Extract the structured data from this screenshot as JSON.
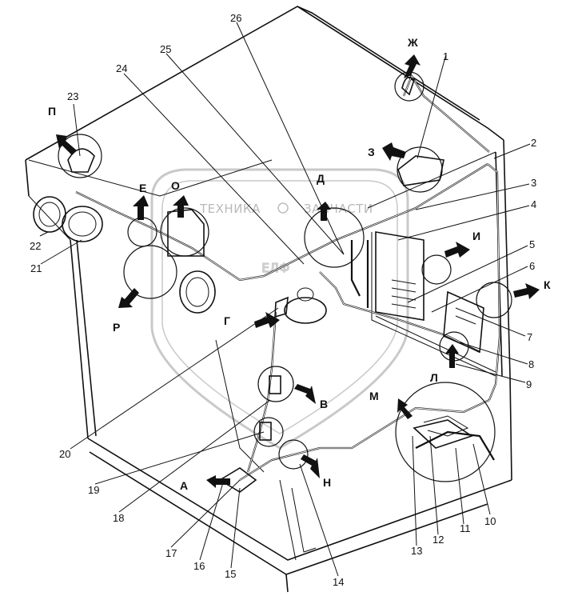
{
  "watermark": {
    "left_text": "ТЕХНИКА",
    "right_text": "ЗАПЧАСТИ",
    "logo_letters": "ЕЛФ"
  },
  "callouts": [
    {
      "id": "n1",
      "text": "1"
    },
    {
      "id": "n2",
      "text": "2"
    },
    {
      "id": "n3",
      "text": "3"
    },
    {
      "id": "n4",
      "text": "4"
    },
    {
      "id": "n5",
      "text": "5"
    },
    {
      "id": "n6",
      "text": "6"
    },
    {
      "id": "n7",
      "text": "7"
    },
    {
      "id": "n8",
      "text": "8"
    },
    {
      "id": "n9",
      "text": "9"
    },
    {
      "id": "n10",
      "text": "10"
    },
    {
      "id": "n11",
      "text": "11"
    },
    {
      "id": "n12",
      "text": "12"
    },
    {
      "id": "n13",
      "text": "13"
    },
    {
      "id": "n14",
      "text": "14"
    },
    {
      "id": "n15",
      "text": "15"
    },
    {
      "id": "n16",
      "text": "16"
    },
    {
      "id": "n17",
      "text": "17"
    },
    {
      "id": "n18",
      "text": "18"
    },
    {
      "id": "n19",
      "text": "19"
    },
    {
      "id": "n20",
      "text": "20"
    },
    {
      "id": "n21",
      "text": "21"
    },
    {
      "id": "n22",
      "text": "22"
    },
    {
      "id": "n23",
      "text": "23"
    },
    {
      "id": "n24",
      "text": "24"
    },
    {
      "id": "n25",
      "text": "25"
    },
    {
      "id": "n26",
      "text": "26"
    }
  ],
  "views": [
    {
      "id": "zh",
      "text": "Ж"
    },
    {
      "id": "z",
      "text": "З"
    },
    {
      "id": "i",
      "text": "И"
    },
    {
      "id": "k",
      "text": "К"
    },
    {
      "id": "l",
      "text": "Л"
    },
    {
      "id": "m",
      "text": "М"
    },
    {
      "id": "n",
      "text": "Н"
    },
    {
      "id": "a",
      "text": "А"
    },
    {
      "id": "v",
      "text": "В"
    },
    {
      "id": "g",
      "text": "Г"
    },
    {
      "id": "d",
      "text": "Д"
    },
    {
      "id": "o",
      "text": "О"
    },
    {
      "id": "e",
      "text": "Е"
    },
    {
      "id": "p",
      "text": "П"
    },
    {
      "id": "r",
      "text": "Р"
    }
  ]
}
